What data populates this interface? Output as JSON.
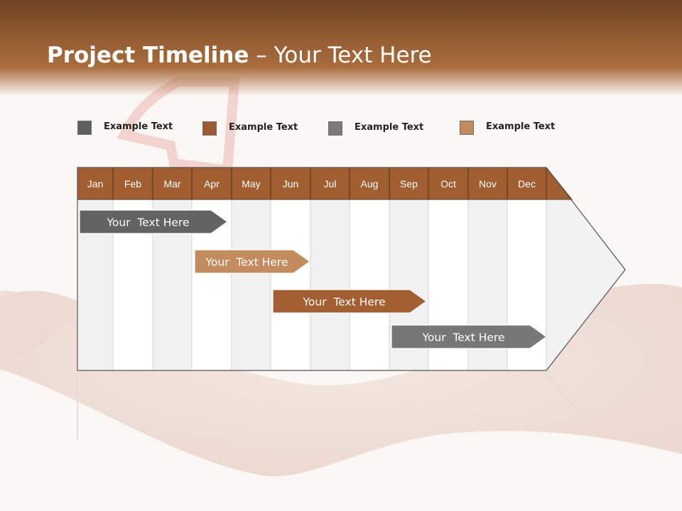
{
  "slide": {
    "title_bold": "Project Timeline",
    "title_rest": " – Your Text Here"
  },
  "legend": [
    {
      "label": "Example Text",
      "color": "#606060"
    },
    {
      "label": "Example Text",
      "color": "#9c5a2e"
    },
    {
      "label": "Example Text",
      "color": "#7a7a7a"
    },
    {
      "label": "Example Text",
      "color": "#c48c5e"
    }
  ],
  "timeline": {
    "months": [
      "Jan",
      "Feb",
      "Mar",
      "Apr",
      "May",
      "Jun",
      "Jul",
      "Aug",
      "Sep",
      "Oct",
      "Nov",
      "Dec"
    ],
    "header_color": "#a05e31",
    "tasks": [
      {
        "label": "Your  Text Here",
        "start": "Jan",
        "end": "Apr",
        "color": "#636363"
      },
      {
        "label": "Your  Text Here",
        "start": "Apr",
        "end": "Jun",
        "color": "#c48c5e"
      },
      {
        "label": "Your  Text Here",
        "start": "Jun",
        "end": "Sep",
        "color": "#a35f31"
      },
      {
        "label": "Your  Text Here",
        "start": "Sep",
        "end": "Dec",
        "color": "#777777"
      }
    ]
  }
}
